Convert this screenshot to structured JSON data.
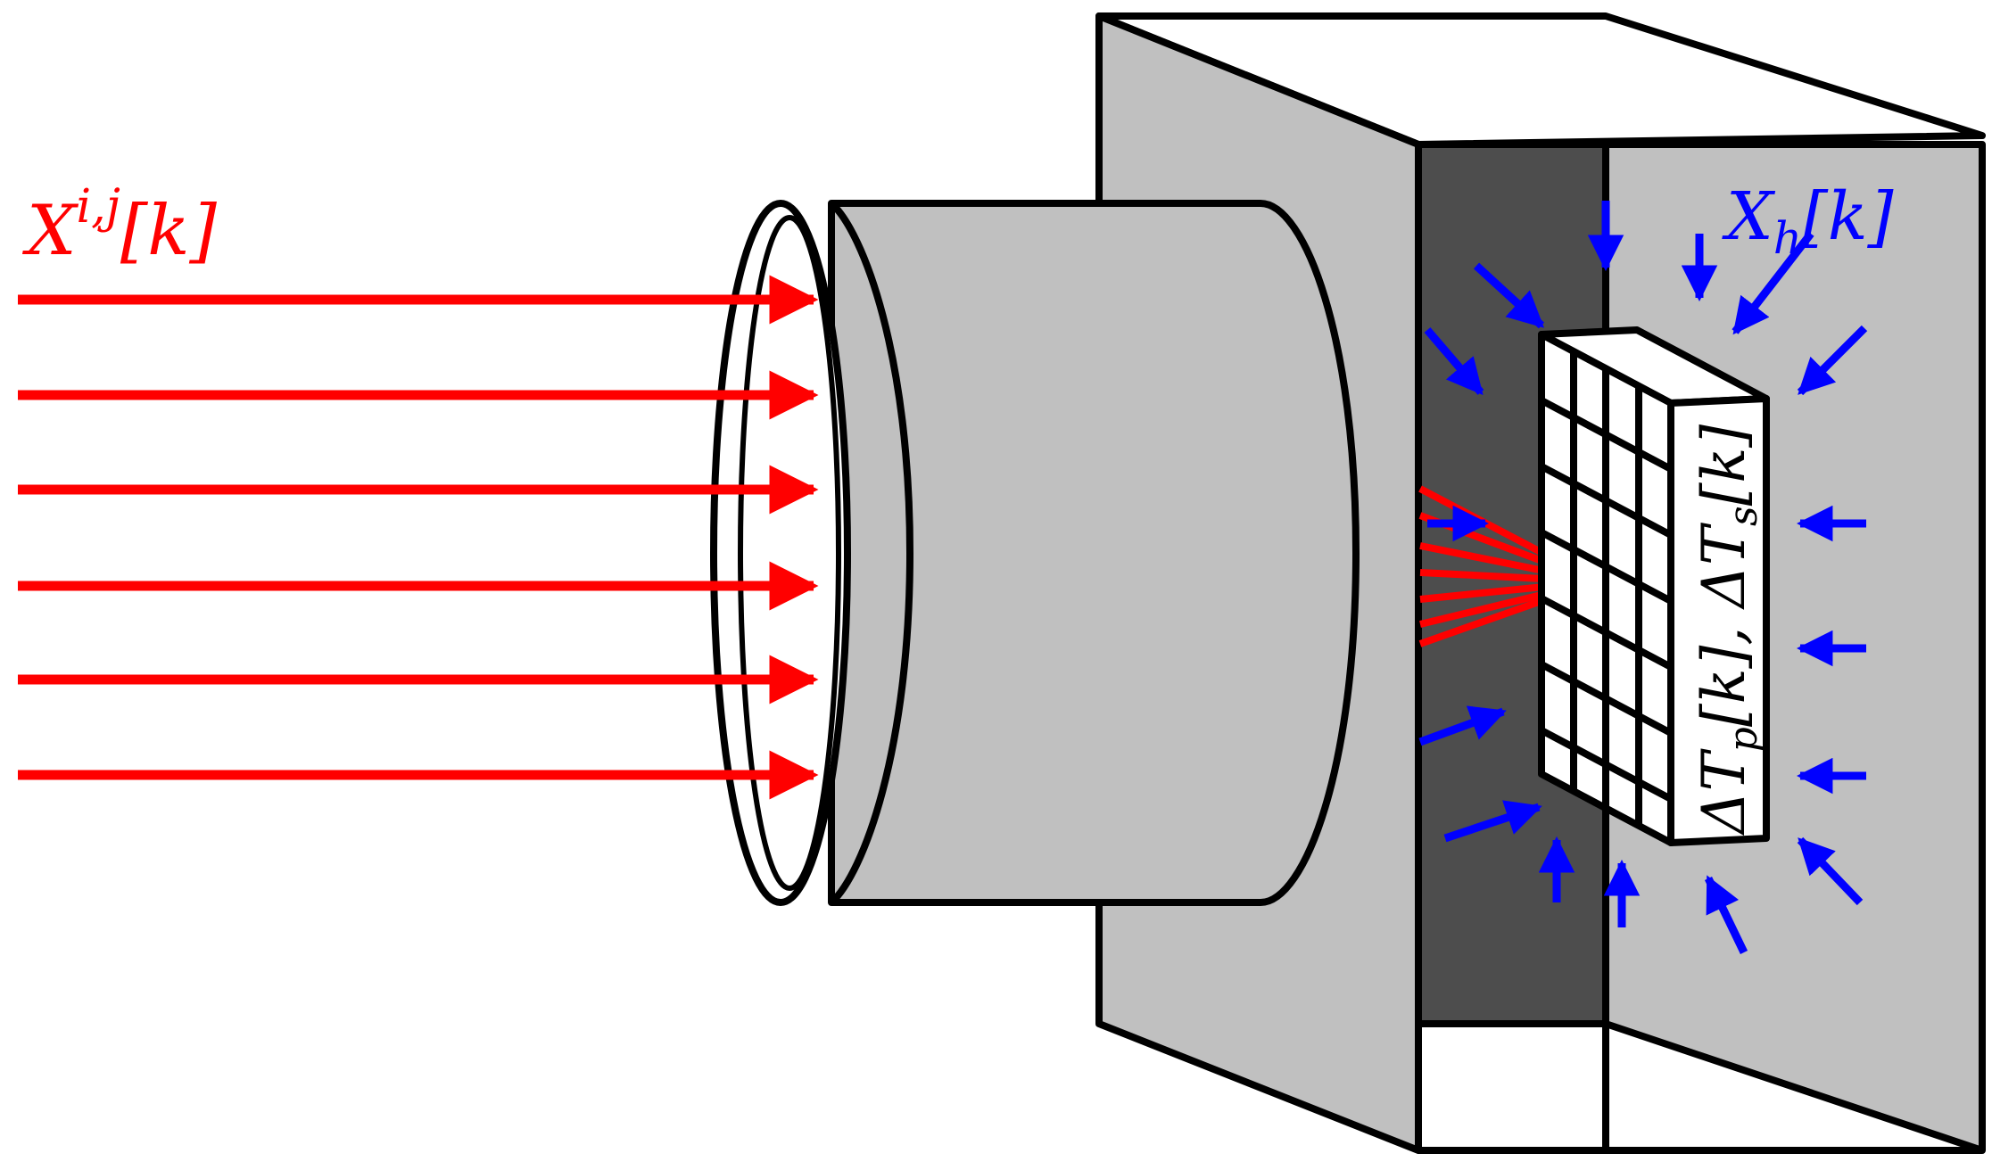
{
  "labels": {
    "input_signal": "X^{i,j}[k]",
    "input_signal_base": "X",
    "input_signal_sup": "i,j",
    "input_signal_arg": "[k]",
    "heat_signal": "X_h[k]",
    "heat_signal_base": "X",
    "heat_signal_sub": "h",
    "heat_signal_arg": "[k]",
    "temperature": "ΔT_p[k], ΔT_s[k]",
    "temp_part1": "ΔT",
    "temp_sub1": "p",
    "temp_arg1": "[k], ",
    "temp_part2": "ΔT",
    "temp_sub2": "s",
    "temp_arg2": "[k]"
  },
  "colors": {
    "input_rays": "#ff0000",
    "heat_arrows": "#0000ff",
    "housing": "#c0c0c0",
    "detector_backplane": "#4d4d4d",
    "outline": "#000000"
  }
}
